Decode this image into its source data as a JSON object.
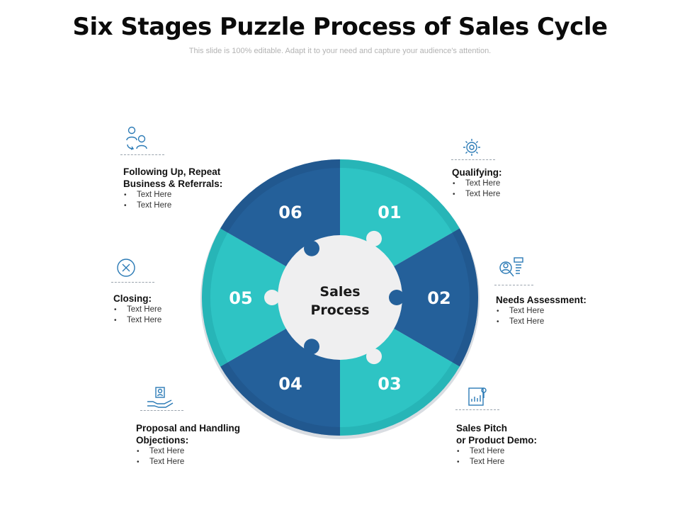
{
  "header": {
    "title": "Six Stages Puzzle Process of Sales Cycle",
    "subtitle": "This slide is 100% editable. Adapt it to your need and capture your audience's attention."
  },
  "center": {
    "line1": "Sales",
    "line2": "Process"
  },
  "colors": {
    "teal": "#2ec4c4",
    "teal_dark": "#22a9ad",
    "blue": "#24609a",
    "blue_dark": "#1f5286",
    "hub": "#efeff0",
    "icon": "#2c7bb6"
  },
  "segments": [
    {
      "number": "01",
      "color": "teal"
    },
    {
      "number": "02",
      "color": "blue"
    },
    {
      "number": "03",
      "color": "teal"
    },
    {
      "number": "04",
      "color": "blue"
    },
    {
      "number": "05",
      "color": "teal"
    },
    {
      "number": "06",
      "color": "blue"
    }
  ],
  "steps": [
    {
      "number": "01",
      "icon": "gear-icon",
      "heading": "Qualifying:",
      "bullets": [
        "Text Here",
        "Text Here"
      ]
    },
    {
      "number": "02",
      "icon": "analytics-person-icon",
      "heading": "Needs Assessment:",
      "bullets": [
        "Text Here",
        "Text Here"
      ]
    },
    {
      "number": "03",
      "icon": "presentation-chart-icon",
      "heading_line1": "Sales Pitch",
      "heading_line2": "or Product Demo:",
      "bullets": [
        "Text Here",
        "Text Here"
      ]
    },
    {
      "number": "04",
      "icon": "hand-offer-icon",
      "heading_line1": "Proposal and Handling",
      "heading_line2": "Objections:",
      "bullets": [
        "Text Here",
        "Text Here"
      ]
    },
    {
      "number": "05",
      "icon": "close-circle-icon",
      "heading": "Closing:",
      "bullets": [
        "Text Here",
        "Text Here"
      ]
    },
    {
      "number": "06",
      "icon": "referral-people-icon",
      "heading_line1": "Following Up, Repeat",
      "heading_line2": "Business & Referrals:",
      "bullets": [
        "Text Here",
        "Text Here"
      ]
    }
  ]
}
